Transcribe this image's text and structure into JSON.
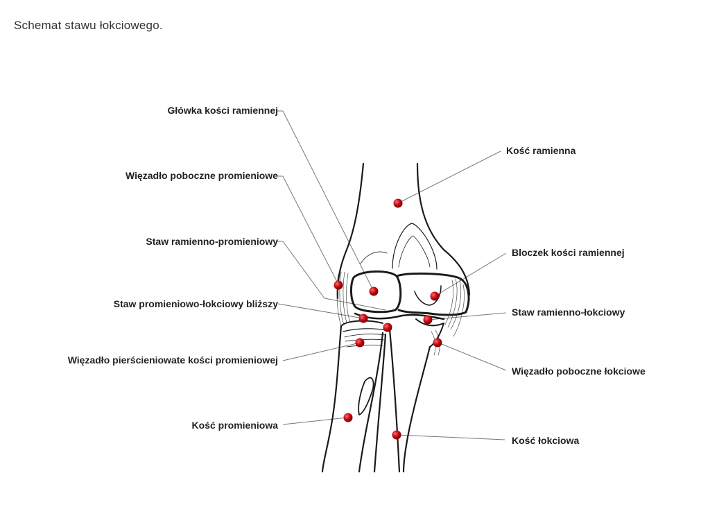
{
  "title": "Schemat stawu łokciowego.",
  "colors": {
    "marker": "#c40a12",
    "marker_highlight": "#ff6a6a",
    "outline": "#1a1a1a",
    "leader": "#777777"
  },
  "labels_left": [
    "Główka kości ramiennej",
    "Więzadło poboczne promieniowe",
    "Staw ramienno-promieniowy",
    "Staw promieniowo-łokciowy bliższy",
    "Więzadło pierścieniowate kości promieniowej",
    "Kość promieniowa"
  ],
  "labels_right": [
    "Kość ramienna",
    "Bloczek kości ramiennej",
    "Staw ramienno-łokciowy",
    "Więzadło poboczne łokciowe",
    "Kość łokciowa"
  ]
}
